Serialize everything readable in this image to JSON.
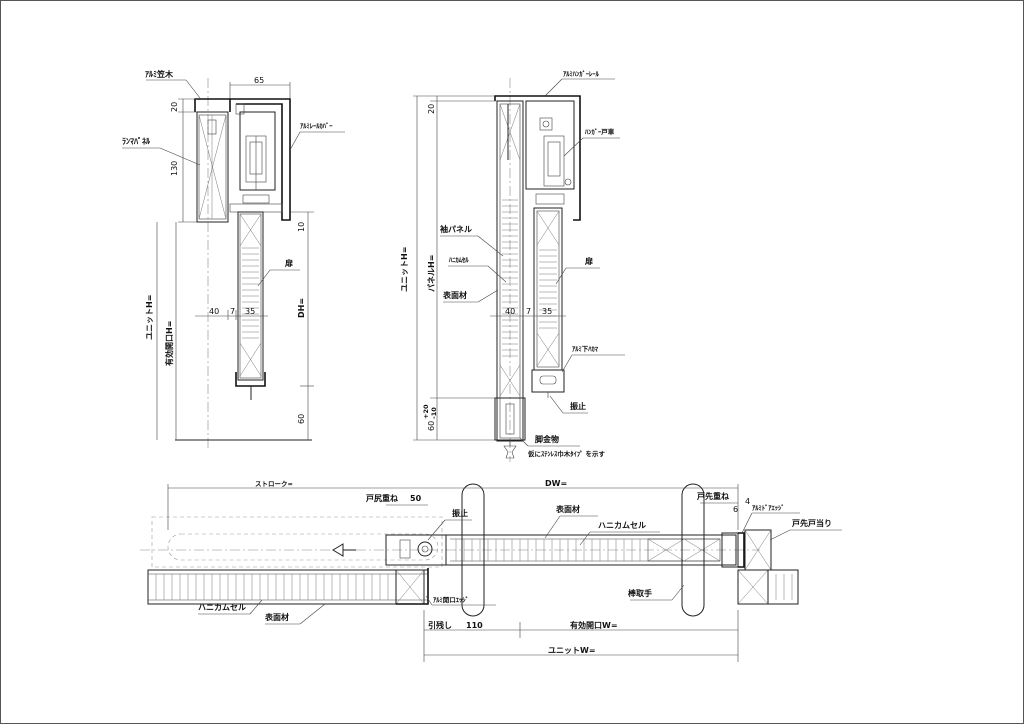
{
  "labels": {
    "kasagi": "ｱﾙﾐ笠木",
    "ranma": "ﾗﾝﾏﾊﾟﾈﾙ",
    "rail_cover": "ｱﾙﾐﾚｰﾙｶﾊﾞｰ",
    "tobira_left": "扉",
    "hanger_rail": "ｱﾙﾐﾊﾝｶﾞｰﾚｰﾙ",
    "hanger_wheel": "ﾊﾝｶﾞｰ戸車",
    "sode_panel": "袖パネル",
    "honeycomb_v": "ﾊﾆｶﾑｾﾙ",
    "surface_v": "表面材",
    "tobira_mid": "扉",
    "bottom_hakama": "ｱﾙﾐ下ﾊｶﾏ",
    "furedome_v": "振止",
    "ashikanamono": "脚金物",
    "ashikanamono_note": "仮にｽﾃﾝﾚｽ巾木ﾀｲﾌﾟ を示す",
    "furedome_p": "振止",
    "surface_p_top": "表面材",
    "honeycomb_p": "ハニカムセル",
    "tosaki_kasane": "戸先重ね",
    "door_edge": "ｱﾙﾐﾄﾞｱｴｯｼﾞ",
    "tosaki_atari": "戸先戸当り",
    "opening_edge": "ｱﾙﾐ開口ｴｯｼﾞ",
    "handle": "棒取手",
    "honeycomb_p2": "ハニカムセル",
    "surface_p2": "表面材"
  },
  "dims": {
    "d65": "65",
    "d20a": "20",
    "d130": "130",
    "d10": "10",
    "d40a": "40",
    "d7a": "7",
    "d35a": "35",
    "d60a": "60",
    "unit_h_a": "ユニットH=",
    "eff_h": "有効開口H=",
    "dh": "DH=",
    "d20b": "20",
    "unit_h_b": "ユニットH=",
    "panel_h": "パネルH=",
    "d40b": "40",
    "d7b": "7",
    "d35b": "35",
    "d60b": "60",
    "tol_plus": "+20",
    "tol_minus": "-10",
    "stroke": "ストローク=",
    "dw": "DW=",
    "tojiri_kasane": "戸尻重ね",
    "d50": "50",
    "d6": "6",
    "d4": "4",
    "hikinokoshi": "引残し",
    "d110": "110",
    "eff_w": "有効開口W=",
    "unit_w": "ユニットW="
  }
}
